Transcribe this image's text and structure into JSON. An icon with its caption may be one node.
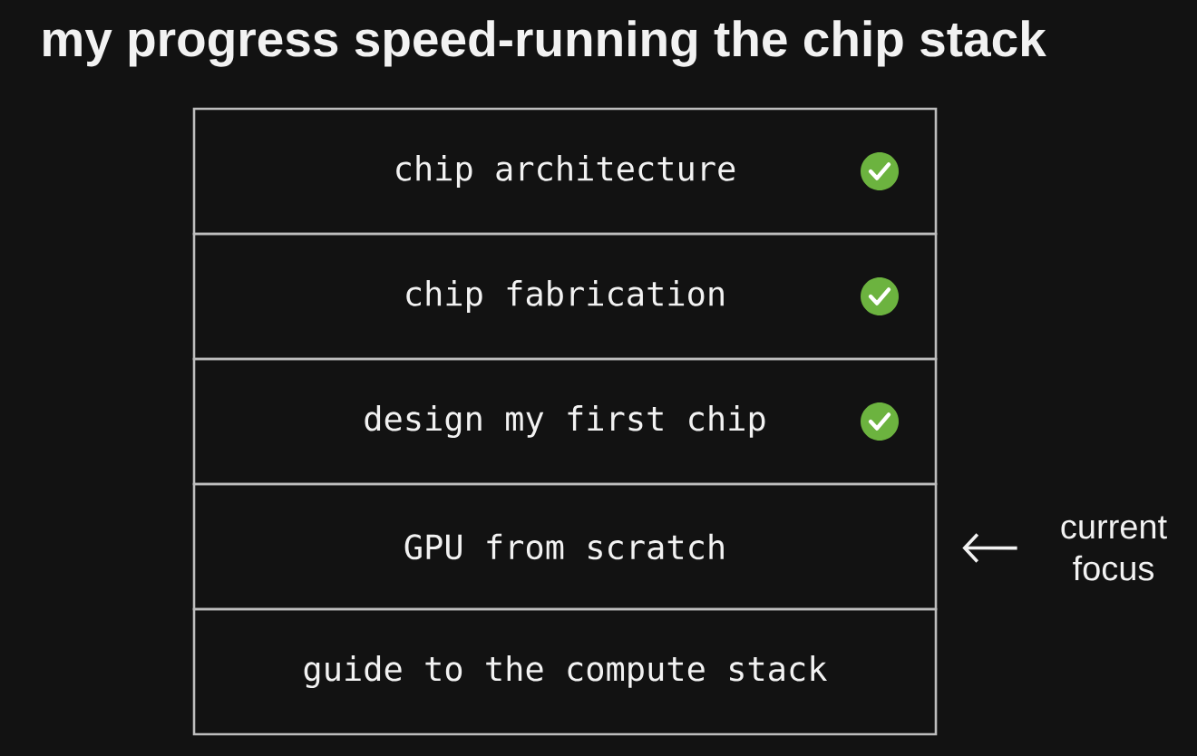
{
  "diagram": {
    "title": "my progress speed-running the chip stack",
    "nodes": [
      {
        "text": [
          "chip architecture"
        ]
      },
      {
        "text": [
          "chip fabrication"
        ]
      },
      {
        "text": [
          "design my first chip"
        ]
      },
      {
        "text": [
          "GPU from scratch"
        ]
      },
      {
        "text": [
          "guide to the compute stack"
        ]
      },
      {
        "text": [
          "current focus"
        ]
      }
    ],
    "edges": [
      {
        "from": 5,
        "to": 3,
        "arrow": "to"
      }
    ]
  }
}
